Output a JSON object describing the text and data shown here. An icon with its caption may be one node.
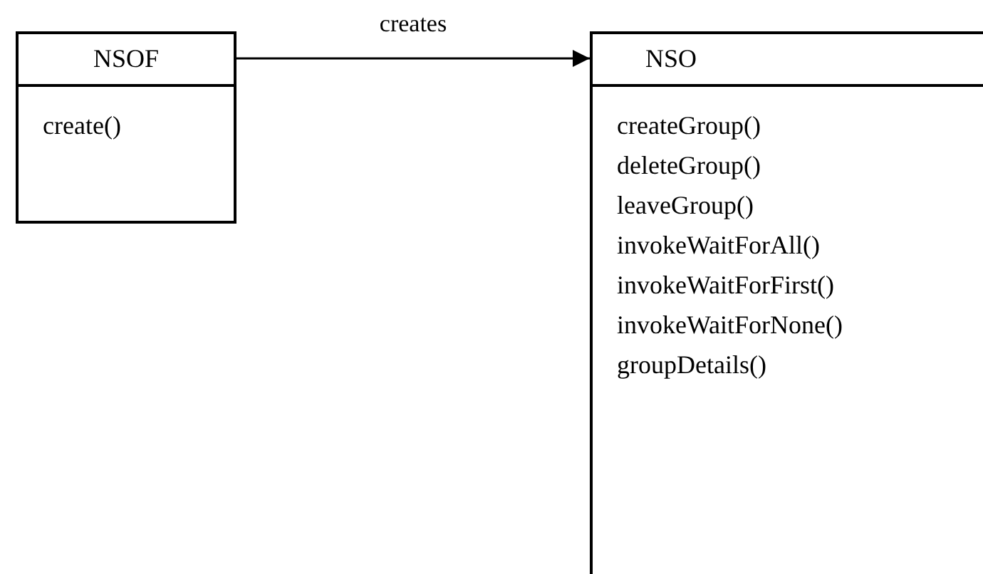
{
  "diagram": {
    "nodes": [
      {
        "text": [
          "NSOF",
          "create()"
        ]
      },
      {
        "text": [
          "NSO",
          "createGroup()",
          "deleteGroup()",
          "leaveGroup()",
          "invokeWaitForAll()",
          "invokeWaitForFirst()",
          "invokeWaitForNone()",
          "groupDetails()"
        ]
      }
    ],
    "edges": [
      {
        "from": 0,
        "to": 1,
        "arrow": "to",
        "label": "creates"
      }
    ]
  }
}
